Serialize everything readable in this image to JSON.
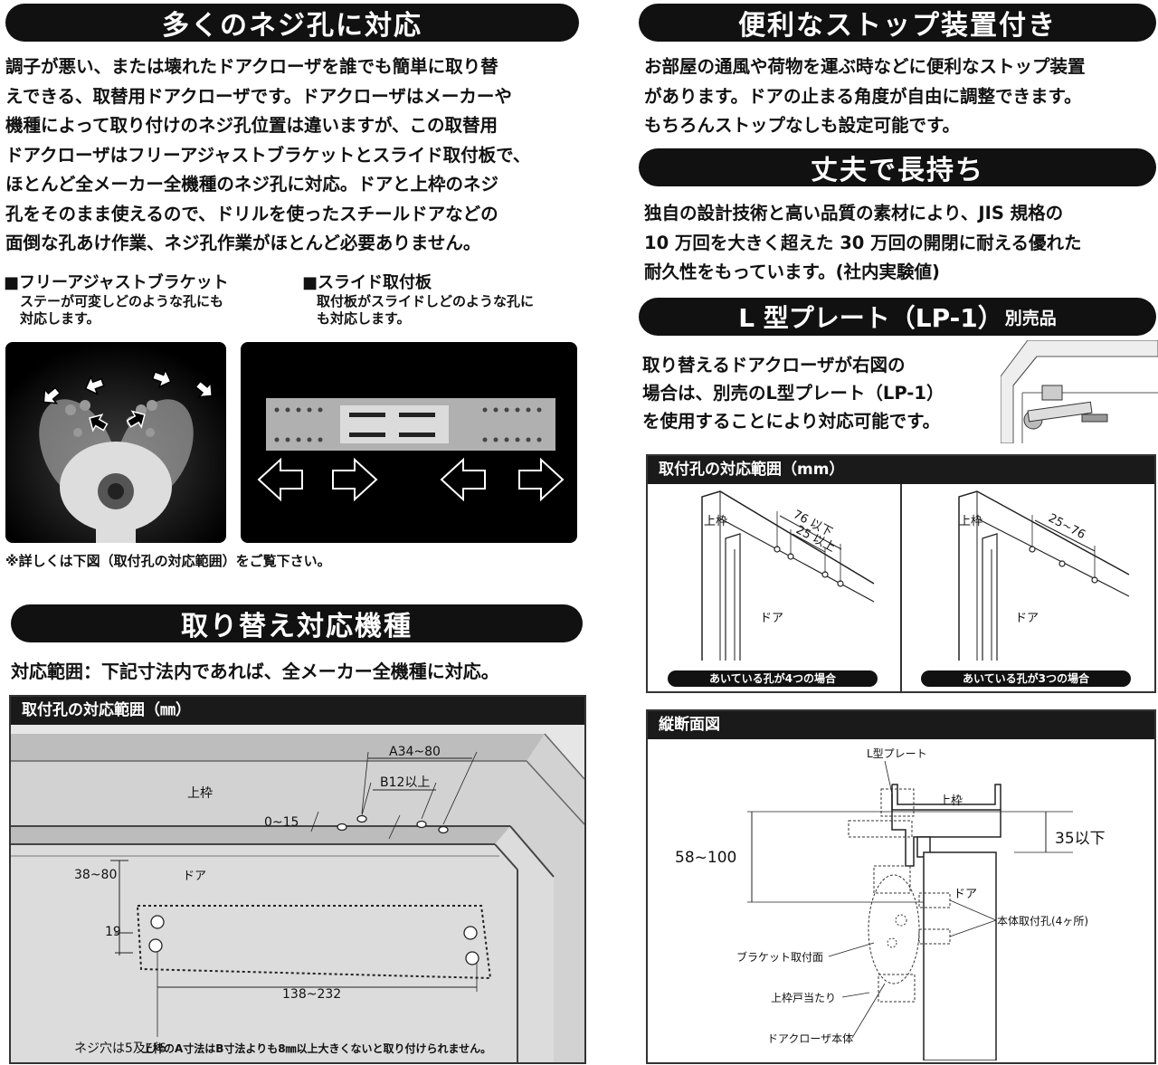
{
  "left": {
    "banner1": "多くのネジ孔に対応",
    "para1": [
      "調子が悪い、または壊れたドアクローザを誰でも簡単に取り替",
      "えできる、取替用ドアクローザです。ドアクローザはメーカーや",
      "機種によって取り付けのネジ孔位置は違いますが、この取替用",
      "ドアクローザはフリーアジャストブラケットとスライド取付板で、",
      "ほとんど全メーカー全機種のネジ孔に対応。ドアと上枠のネジ",
      "孔をそのまま使えるので、ドリルを使ったスチールドアなどの",
      "面倒な孔あけ作業、ネジ孔作業がほとんど必要ありません。"
    ],
    "feature_a": {
      "title": "■フリーアジャストブラケット",
      "desc1": "ステーが可変しどのような孔にも",
      "desc2": "対応します。"
    },
    "feature_b": {
      "title": "■スライド取付板",
      "desc1": "取付板がスライドしどのような孔に",
      "desc2": "も対応します。"
    },
    "note": "※詳しくは下図（取付孔の対応範囲）をご覧下さい。",
    "banner2": "取り替え対応機種",
    "range_text": "対応範囲：下記寸法内であれば、全メーカー全機種に対応。",
    "diagram": {
      "head": "取付孔の対応範囲（㎜）",
      "top_frame": "上枠",
      "door": "ドア",
      "a_dim": "A34~80",
      "b_dim": "B12以上",
      "offset": "0~15",
      "height": "38~80",
      "gap": "19",
      "width": "138~232",
      "screw": "ネジ穴は5及び6",
      "footnote": "上枠のA寸法はB寸法よりも8㎜以上大きくないと取り付けられません。"
    }
  },
  "right": {
    "banner1": "便利なストップ装置付き",
    "para1": [
      "お部屋の通風や荷物を運ぶ時などに便利なストップ装置",
      "があります。ドアの止まる角度が自由に調整できます。",
      "もちろんストップなしも設定可能です。"
    ],
    "banner2": "丈夫で長持ち",
    "para2": [
      "独自の設計技術と高い品質の素材により、JIS 規格の",
      "10 万回を大きく超えた 30 万回の開閉に耐える優れた",
      "耐久性をもっています。(社内実験値)"
    ],
    "banner3_main": "L 型プレート（LP-1）",
    "banner3_sub": "別売品",
    "para3": [
      "取り替えるドアクローザが右図の",
      "場合は、別売のL型プレート（LP-1）",
      "を使用することにより対応可能です。"
    ],
    "panel1": {
      "head": "取付孔の対応範囲（mm）",
      "left": {
        "frame": "上枠",
        "door": "ドア",
        "dim1": "76 以下",
        "dim2": "25 以上",
        "caption": "あいている孔が4つの場合"
      },
      "right": {
        "frame": "上枠",
        "door": "ドア",
        "dim1": "25~76",
        "caption": "あいている孔が3つの場合"
      }
    },
    "panel2": {
      "head": "縦断面図",
      "l_plate": "L型プレート",
      "frame": "上枠",
      "h1": "58~100",
      "h2": "35以下",
      "door": "ドア",
      "holes": "本体取付孔(4ヶ所)",
      "bracket": "ブラケット取付面",
      "stop": "上枠戸当たり",
      "body": "ドアクローザ本体"
    }
  }
}
